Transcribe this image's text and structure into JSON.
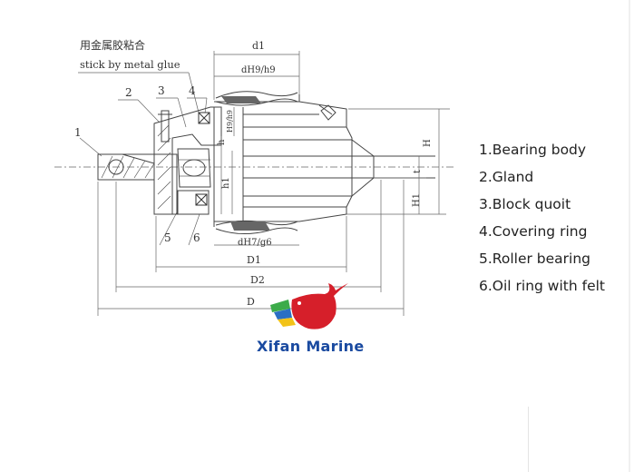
{
  "annotation": {
    "chinese_note": "用金属胶粘合",
    "english_note": "stick by metal glue"
  },
  "callouts": [
    "1",
    "2",
    "3",
    "4",
    "5",
    "6"
  ],
  "dimensions": {
    "d1": "d1",
    "dH9": "dH9/h9",
    "dH7": "dH7/g6",
    "D1": "D1",
    "D2": "D2",
    "D": "D",
    "H": "H",
    "t": "t",
    "H1": "H1",
    "h1": "h1",
    "h": "h",
    "HH9": "H9/h9"
  },
  "legend": [
    "1.Bearing body",
    "2.Gland",
    "3.Block quoit",
    "4.Covering ring",
    "5.Roller bearing",
    "6.Oil ring with felt"
  ],
  "brand": {
    "name": "Xifan Marine",
    "colors": {
      "whale": "#d61f2a",
      "text": "#1a4aa0",
      "stripe_green": "#3cab4a",
      "stripe_blue": "#2a6fc4",
      "stripe_yellow": "#f2c318"
    }
  }
}
